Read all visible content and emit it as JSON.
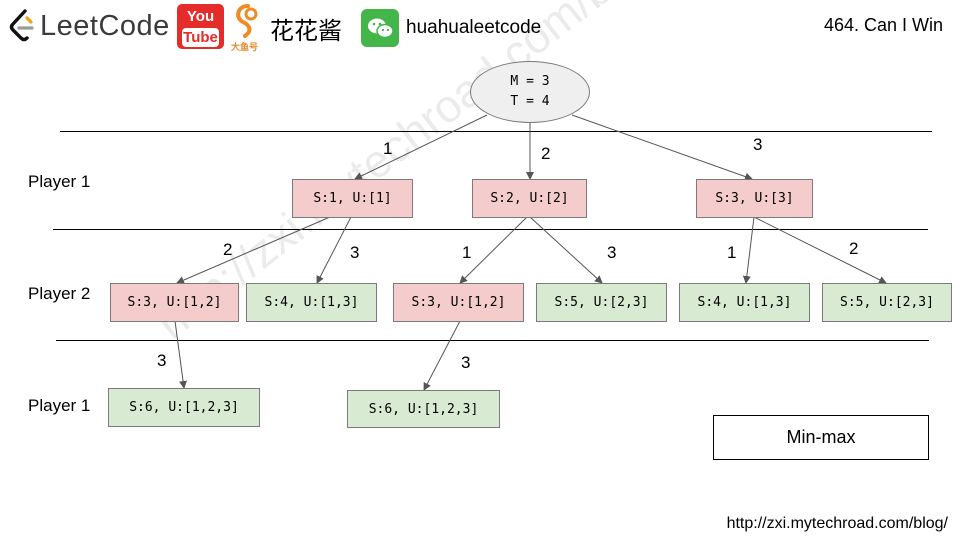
{
  "header": {
    "leetcode_text": "LeetCode",
    "youtube_top": "You",
    "youtube_bottom": "Tube",
    "dayu_text": "大鱼号",
    "channel_name": "花花酱",
    "wechat_id": "huahualeetcode",
    "problem_title": "464. Can I Win"
  },
  "root": {
    "line1": "M = 3",
    "line2": "T = 4"
  },
  "levels": {
    "l1": "Player 1",
    "l2": "Player 2",
    "l3": "Player 1"
  },
  "nodes": {
    "a": "S:1, U:[1]",
    "b": "S:2, U:[2]",
    "c": "S:3, U:[3]",
    "d": "S:3, U:[1,2]",
    "e": "S:4, U:[1,3]",
    "f": "S:3, U:[1,2]",
    "g": "S:5, U:[2,3]",
    "h": "S:4, U:[1,3]",
    "i": "S:5, U:[2,3]",
    "j": "S:6, U:[1,2,3]",
    "k": "S:6, U:[1,2,3]"
  },
  "edge_labels": {
    "root_a": "1",
    "root_b": "2",
    "root_c": "3",
    "a_d": "2",
    "a_e": "3",
    "b_f": "1",
    "b_g": "3",
    "c_h": "1",
    "c_i": "2",
    "d_j": "3",
    "f_k": "3"
  },
  "legend": {
    "minmax": "Min-max"
  },
  "watermark": "http://zxi.mytechroad.com/blog/  花花酱 LeetCode",
  "footer_url": "http://zxi.mytechroad.com/blog/",
  "colors": {
    "red_node": "#f4cccc",
    "green_node": "#d9ead3",
    "root_fill": "#efefef",
    "youtube": "#e42d2a",
    "wechat": "#44b549"
  },
  "icons": [
    "leetcode-logo-icon",
    "youtube-logo-icon",
    "dayu-logo-icon",
    "wechat-logo-icon"
  ]
}
